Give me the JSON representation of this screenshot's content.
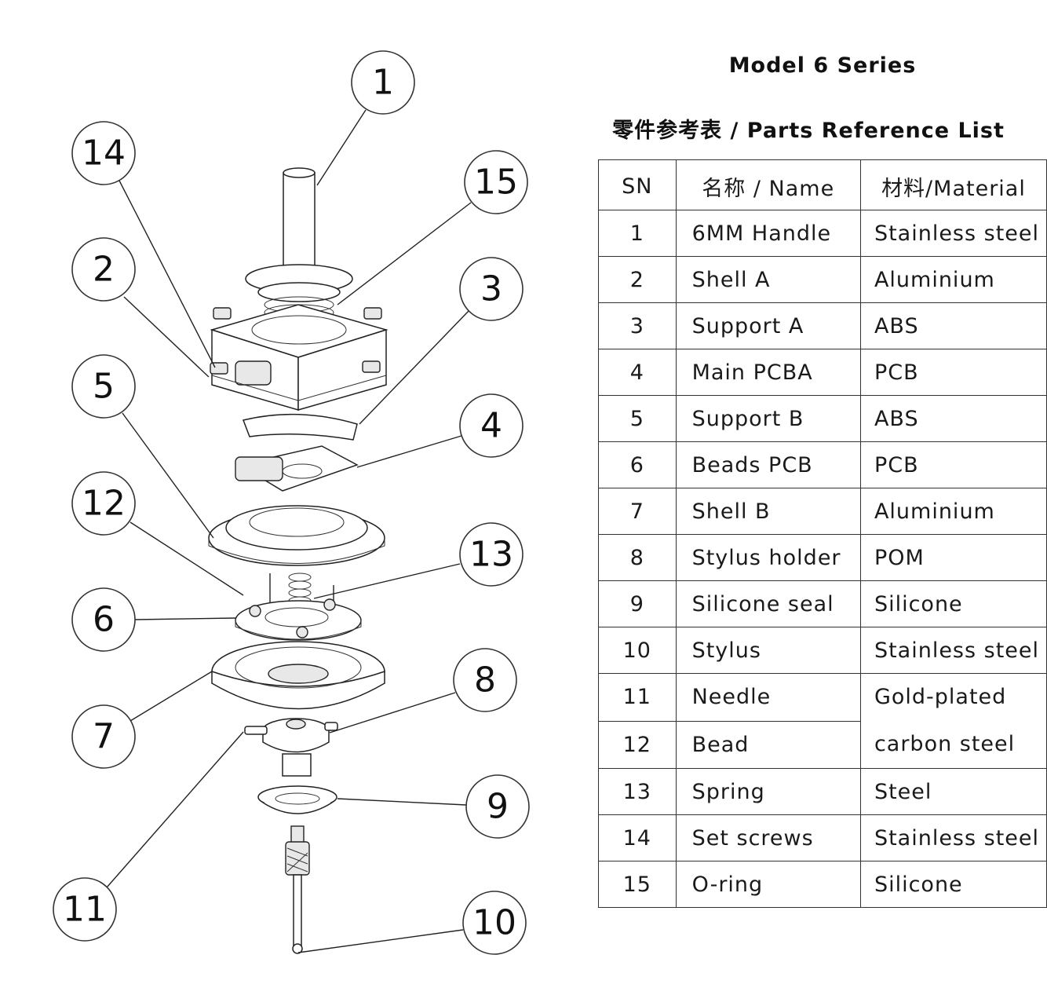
{
  "header": {
    "model_title": "Model 6 Series",
    "list_title": "零件参考表 / Parts Reference List"
  },
  "table": {
    "headers": {
      "sn": "SN",
      "name": "名称 / Name",
      "material": "材料/Material"
    },
    "rows": [
      {
        "sn": "1",
        "name": "6MM Handle",
        "material": "Stainless steel"
      },
      {
        "sn": "2",
        "name": "Shell A",
        "material": "Aluminium"
      },
      {
        "sn": "3",
        "name": "Support A",
        "material": "ABS"
      },
      {
        "sn": "4",
        "name": "Main PCBA",
        "material": "PCB"
      },
      {
        "sn": "5",
        "name": "Support B",
        "material": "ABS"
      },
      {
        "sn": "6",
        "name": "Beads PCB",
        "material": "PCB"
      },
      {
        "sn": "7",
        "name": "Shell B",
        "material": "Aluminium"
      },
      {
        "sn": "8",
        "name": "Stylus holder",
        "material": "POM"
      },
      {
        "sn": "9",
        "name": "Silicone seal",
        "material": "Silicone"
      },
      {
        "sn": "10",
        "name": "Stylus",
        "material": "Stainless steel"
      },
      {
        "sn": "11",
        "name": "Needle",
        "material": "Gold-plated carbon steel"
      },
      {
        "sn": "12",
        "name": "Bead",
        "material": "Gold-plated carbon steel"
      },
      {
        "sn": "13",
        "name": "Spring",
        "material": "Steel"
      },
      {
        "sn": "14",
        "name": "Set screws",
        "material": "Stainless steel"
      },
      {
        "sn": "15",
        "name": "O-ring",
        "material": "Silicone"
      }
    ],
    "merged_material_lines": [
      "Gold-plated",
      "carbon steel"
    ]
  },
  "callouts": [
    "1",
    "2",
    "3",
    "4",
    "5",
    "6",
    "7",
    "8",
    "9",
    "10",
    "11",
    "12",
    "13",
    "14",
    "15"
  ]
}
